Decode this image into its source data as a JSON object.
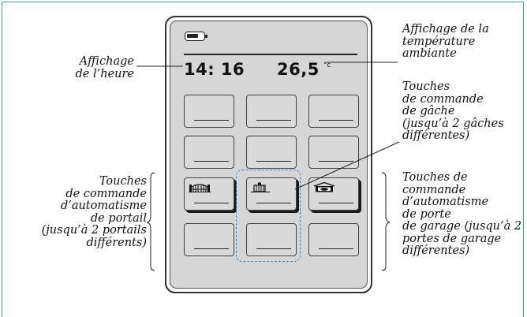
{
  "labels": {
    "heure": [
      "Affichage",
      "de l’heure"
    ],
    "temperature": [
      "Affichage de la",
      "température",
      "ambiante"
    ],
    "gache": [
      "Touches",
      "de commande",
      "de gâche",
      "(jusqu’à 2 gâches",
      "différentes)"
    ],
    "portail": [
      "Touches",
      "de commande",
      "d’automatisme",
      "de portail",
      "(jusqu’à 2 portails",
      "différents)"
    ],
    "garage": [
      "Touches de",
      "commande",
      "d’automatisme",
      "de porte",
      "de garage (jusqu’à 2",
      "portes de garage",
      "différentes)"
    ]
  },
  "display": {
    "time": "14: 16",
    "temperature": "26,5",
    "unit": "°c"
  },
  "icons": {
    "battery": "battery-icon",
    "portail": "gate-icon",
    "gache": "door-strike-icon",
    "garage": "garage-door-icon"
  },
  "colors": {
    "frame": "#2a9fd6",
    "highlight": "#2a8fd0",
    "screen": "#d6d6d6"
  }
}
